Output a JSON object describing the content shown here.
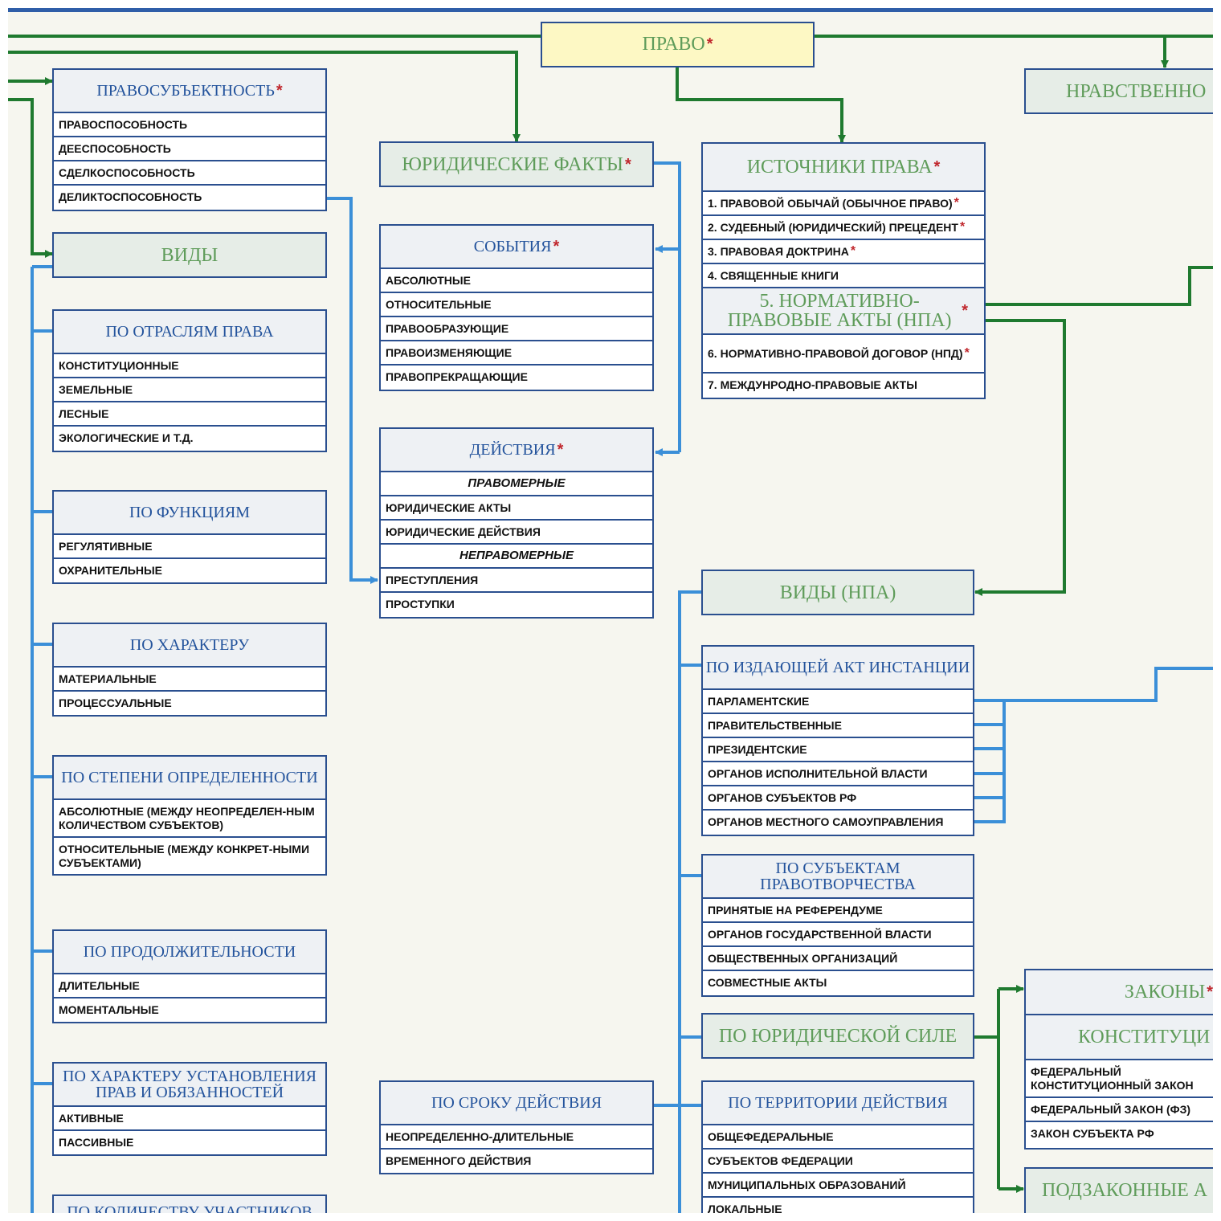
{
  "pravo": {
    "title": "ПРАВО"
  },
  "nravstvennost": {
    "title": "НРАВСТВЕННО"
  },
  "pravosubektnost": {
    "title": "ПРАВОСУБЪЕКТНОСТЬ",
    "items": [
      "ПРАВОСПОСОБНОСТЬ",
      "ДЕЕСПОСОБНОСТЬ",
      "СДЕЛКОСПОСОБНОСТЬ",
      "ДЕЛИКТОСПОСОБНОСТЬ"
    ]
  },
  "vidy": {
    "title": "ВИДЫ"
  },
  "po_otraslyam": {
    "title": "ПО ОТРАСЛЯМ ПРАВА",
    "items": [
      "КОНСТИТУЦИОННЫЕ",
      "ЗЕМЕЛЬНЫЕ",
      "ЛЕСНЫЕ",
      "ЭКОЛОГИЧЕСКИЕ И Т.Д."
    ]
  },
  "po_funkciyam": {
    "title": "ПО ФУНКЦИЯМ",
    "items": [
      "РЕГУЛЯТИВНЫЕ",
      "ОХРАНИТЕЛЬНЫЕ"
    ]
  },
  "po_harakteru": {
    "title": "ПО ХАРАКТЕРУ",
    "items": [
      "МАТЕРИАЛЬНЫЕ",
      "ПРОЦЕССУАЛЬНЫЕ"
    ]
  },
  "po_stepeni": {
    "title": "ПО СТЕПЕНИ ОПРЕДЕЛЕННОСТИ",
    "items": [
      "АБСОЛЮТНЫЕ (МЕЖДУ НЕОПРЕДЕЛЕН-НЫМ КОЛИЧЕСТВОМ СУБЪЕКТОВ)",
      "ОТНОСИТЕЛЬНЫЕ (МЕЖДУ КОНКРЕТ-НЫМИ СУБЪЕКТАМИ)"
    ]
  },
  "po_prodolzhitelnosti": {
    "title": "ПО ПРОДОЛЖИТЕЛЬНОСТИ",
    "items": [
      "ДЛИТЕЛЬНЫЕ",
      "МОМЕНТАЛЬНЫЕ"
    ]
  },
  "po_ustanovleniyu": {
    "title": "ПО ХАРАКТЕРУ УСТАНОВЛЕНИЯ ПРАВ И ОБЯЗАННОСТЕЙ",
    "items": [
      "АКТИВНЫЕ",
      "ПАССИВНЫЕ"
    ]
  },
  "po_kolichestvu": {
    "title": "ПО КОЛИЧЕСТВУ УЧАСТНИКОВ"
  },
  "yur_fakty": {
    "title": "ЮРИДИЧЕСКИЕ ФАКТЫ"
  },
  "sobytiya": {
    "title": "СОБЫТИЯ",
    "items": [
      "АБСОЛЮТНЫЕ",
      "ОТНОСИТЕЛЬНЫЕ",
      "ПРАВООБРАЗУЮЩИЕ",
      "ПРАВОИЗМЕНЯЮЩИЕ",
      "ПРАВОПРЕКРАЩАЮЩИЕ"
    ]
  },
  "deystviya": {
    "title": "ДЕЙСТВИЯ",
    "italic1": "ПРАВОМЕРНЫЕ",
    "items1": [
      "ЮРИДИЧЕСКИЕ АКТЫ",
      "ЮРИДИЧЕСКИЕ ДЕЙСТВИЯ"
    ],
    "italic2": "НЕПРАВОМЕРНЫЕ",
    "items2": [
      "ПРЕСТУПЛЕНИЯ",
      "ПРОСТУПКИ"
    ]
  },
  "po_sroku": {
    "title": "ПО СРОКУ ДЕЙСТВИЯ",
    "items": [
      "НЕОПРЕДЕЛЕННО-ДЛИТЕЛЬНЫЕ",
      "ВРЕМЕННОГО ДЕЙСТВИЯ"
    ]
  },
  "istochniki": {
    "title": "ИСТОЧНИКИ ПРАВА",
    "item1": "1. ПРАВОВОЙ ОБЫЧАЙ (ОБЫЧНОЕ ПРАВО)",
    "item2": "2. СУДЕБНЫЙ (ЮРИДИЧЕСКИЙ) ПРЕЦЕДЕНТ",
    "item3": "3. ПРАВОВАЯ ДОКТРИНА",
    "item4": "4. СВЯЩЕННЫЕ КНИГИ",
    "item5": "5. НОРМАТИВНО-ПРАВОВЫЕ АКТЫ (НПА)",
    "item6": "6. НОРМАТИВНО-ПРАВОВОЙ ДОГОВОР (НПД)",
    "item7": "7. МЕЖДУНРОДНО-ПРАВОВЫЕ АКТЫ"
  },
  "vidy_npa": {
    "title": "ВИДЫ (НПА)"
  },
  "po_izdayushchey": {
    "title": "ПО ИЗДАЮЩЕЙ АКТ ИНСТАНЦИИ",
    "items": [
      "ПАРЛАМЕНТСКИЕ",
      "ПРАВИТЕЛЬСТВЕННЫЕ",
      "ПРЕЗИДЕНТСКИЕ",
      "ОРГАНОВ ИСПОЛНИТЕЛЬНОЙ ВЛАСТИ",
      "ОРГАНОВ СУБЪЕКТОВ РФ",
      "ОРГАНОВ МЕСТНОГО САМОУПРАВЛЕНИЯ"
    ]
  },
  "po_subektam": {
    "title": "ПО СУБЪЕКТАМ ПРАВОТВОРЧЕСТВА",
    "items": [
      "ПРИНЯТЫЕ НА РЕФЕРЕНДУМЕ",
      "ОРГАНОВ ГОСУДАРСТВЕННОЙ ВЛАСТИ",
      "ОБЩЕСТВЕННЫХ ОРГАНИЗАЦИЙ",
      "СОВМЕСТНЫЕ АКТЫ"
    ]
  },
  "po_yur_sile": {
    "title": "ПО ЮРИДИЧЕСКОЙ СИЛЕ"
  },
  "po_territorii": {
    "title": "ПО ТЕРРИТОРИИ ДЕЙСТВИЯ",
    "items": [
      "ОБЩЕФЕДЕРАЛЬНЫЕ",
      "СУБЪЕКТОВ ФЕДЕРАЦИИ",
      "МУНИЦИПАЛЬНЫХ ОБРАЗОВАНИЙ",
      "ЛОКАЛЬНЫЕ"
    ]
  },
  "zakony": {
    "title": "ЗАКОНЫ",
    "subtitle": "КОНСТИТУЦИ",
    "items": [
      "ФЕДЕРАЛЬНЫЙ КОНСТИТУЦИОННЫЙ ЗАКОН",
      "ФЕДЕРАЛЬНЫЙ ЗАКОН (ФЗ)",
      "ЗАКОН СУБЪЕКТА РФ"
    ]
  },
  "podzakonnye": {
    "title": "ПОДЗАКОННЫЕ А"
  },
  "star": "*",
  "colors": {
    "green_line": "#1f7a2f",
    "blue_line": "#3b8fd8",
    "frame": "#2a4f8f",
    "header_text": "#23539c",
    "green_text": "#5f9c5a",
    "star": "#c0272d",
    "pravo_fill": "#fdf8c4"
  }
}
